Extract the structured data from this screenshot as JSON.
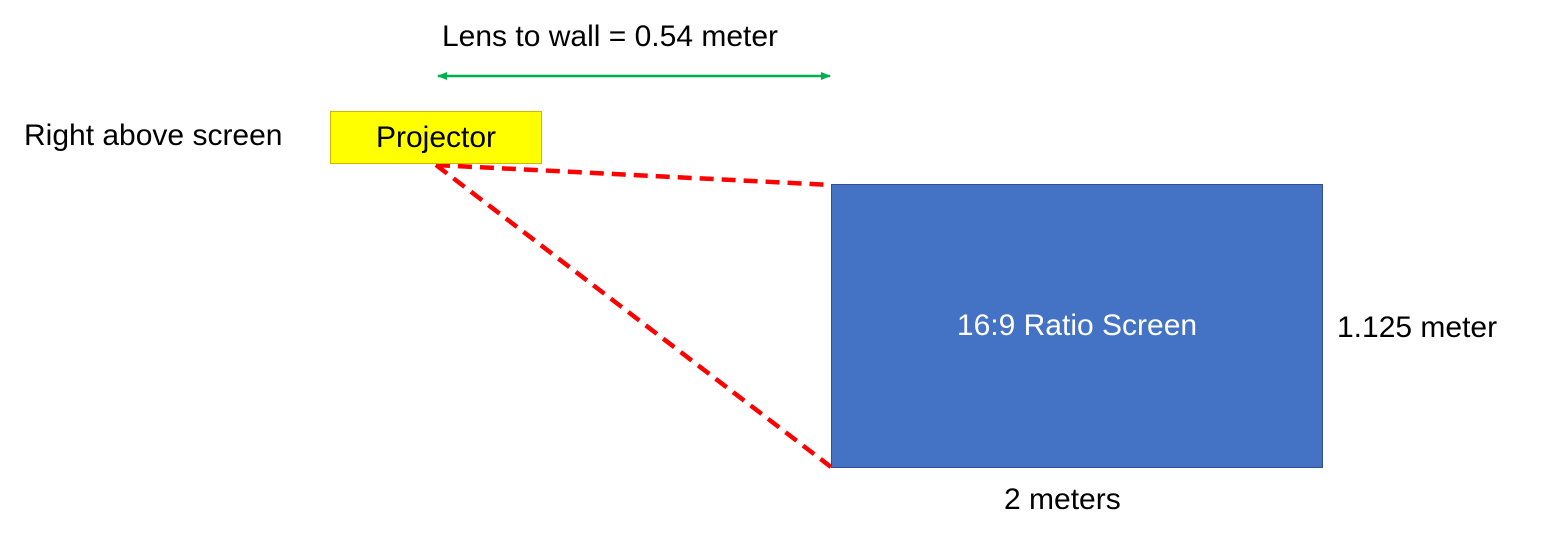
{
  "colors": {
    "projector_fill": "#ffff00",
    "screen_fill": "#4472c4",
    "screen_text": "#ffffff",
    "beam_line": "#ff0000",
    "distance_arrow": "#00b050"
  },
  "distance_label": "Lens to wall = 0.54 meter",
  "placement_label": "Right above screen",
  "projector": {
    "label": "Projector"
  },
  "screen": {
    "label": "16:9 Ratio Screen",
    "height_label": "1.125 meter",
    "width_label": "2 meters"
  }
}
